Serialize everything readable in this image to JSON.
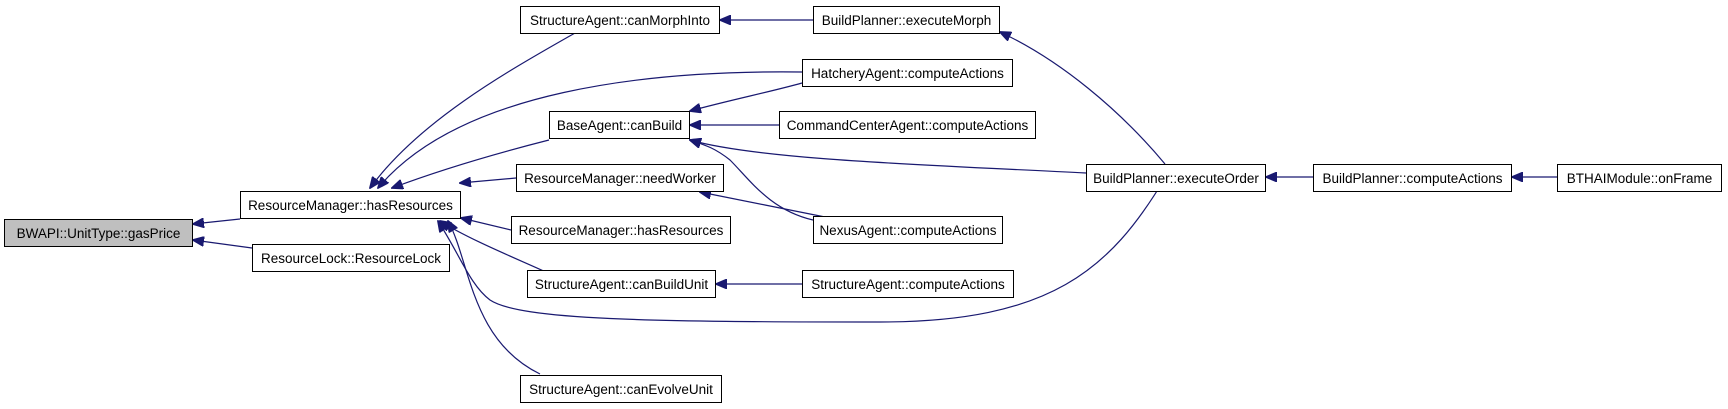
{
  "colors": {
    "edge": "#191970",
    "root_fill": "#bfbfbf",
    "node_fill": "#ffffff",
    "border": "#000000"
  },
  "nodes": {
    "gasPrice": "BWAPI::UnitType::gasPrice",
    "rm_hasResources": "ResourceManager::hasResources",
    "resourceLock": "ResourceLock::ResourceLock",
    "canMorphInto": "StructureAgent::canMorphInto",
    "canBuild": "BaseAgent::canBuild",
    "needWorker": "ResourceManager::needWorker",
    "rm_hasResources2": "ResourceManager::hasResources",
    "canBuildUnit": "StructureAgent::canBuildUnit",
    "canEvolveUnit": "StructureAgent::canEvolveUnit",
    "executeMorph": "BuildPlanner::executeMorph",
    "hatchery": "HatcheryAgent::computeActions",
    "commandCenter": "CommandCenterAgent::computeActions",
    "nexus": "NexusAgent::computeActions",
    "structureCompute": "StructureAgent::computeActions",
    "executeOrder": "BuildPlanner::executeOrder",
    "bpCompute": "BuildPlanner::computeActions",
    "onFrame": "BTHAIModule::onFrame"
  }
}
